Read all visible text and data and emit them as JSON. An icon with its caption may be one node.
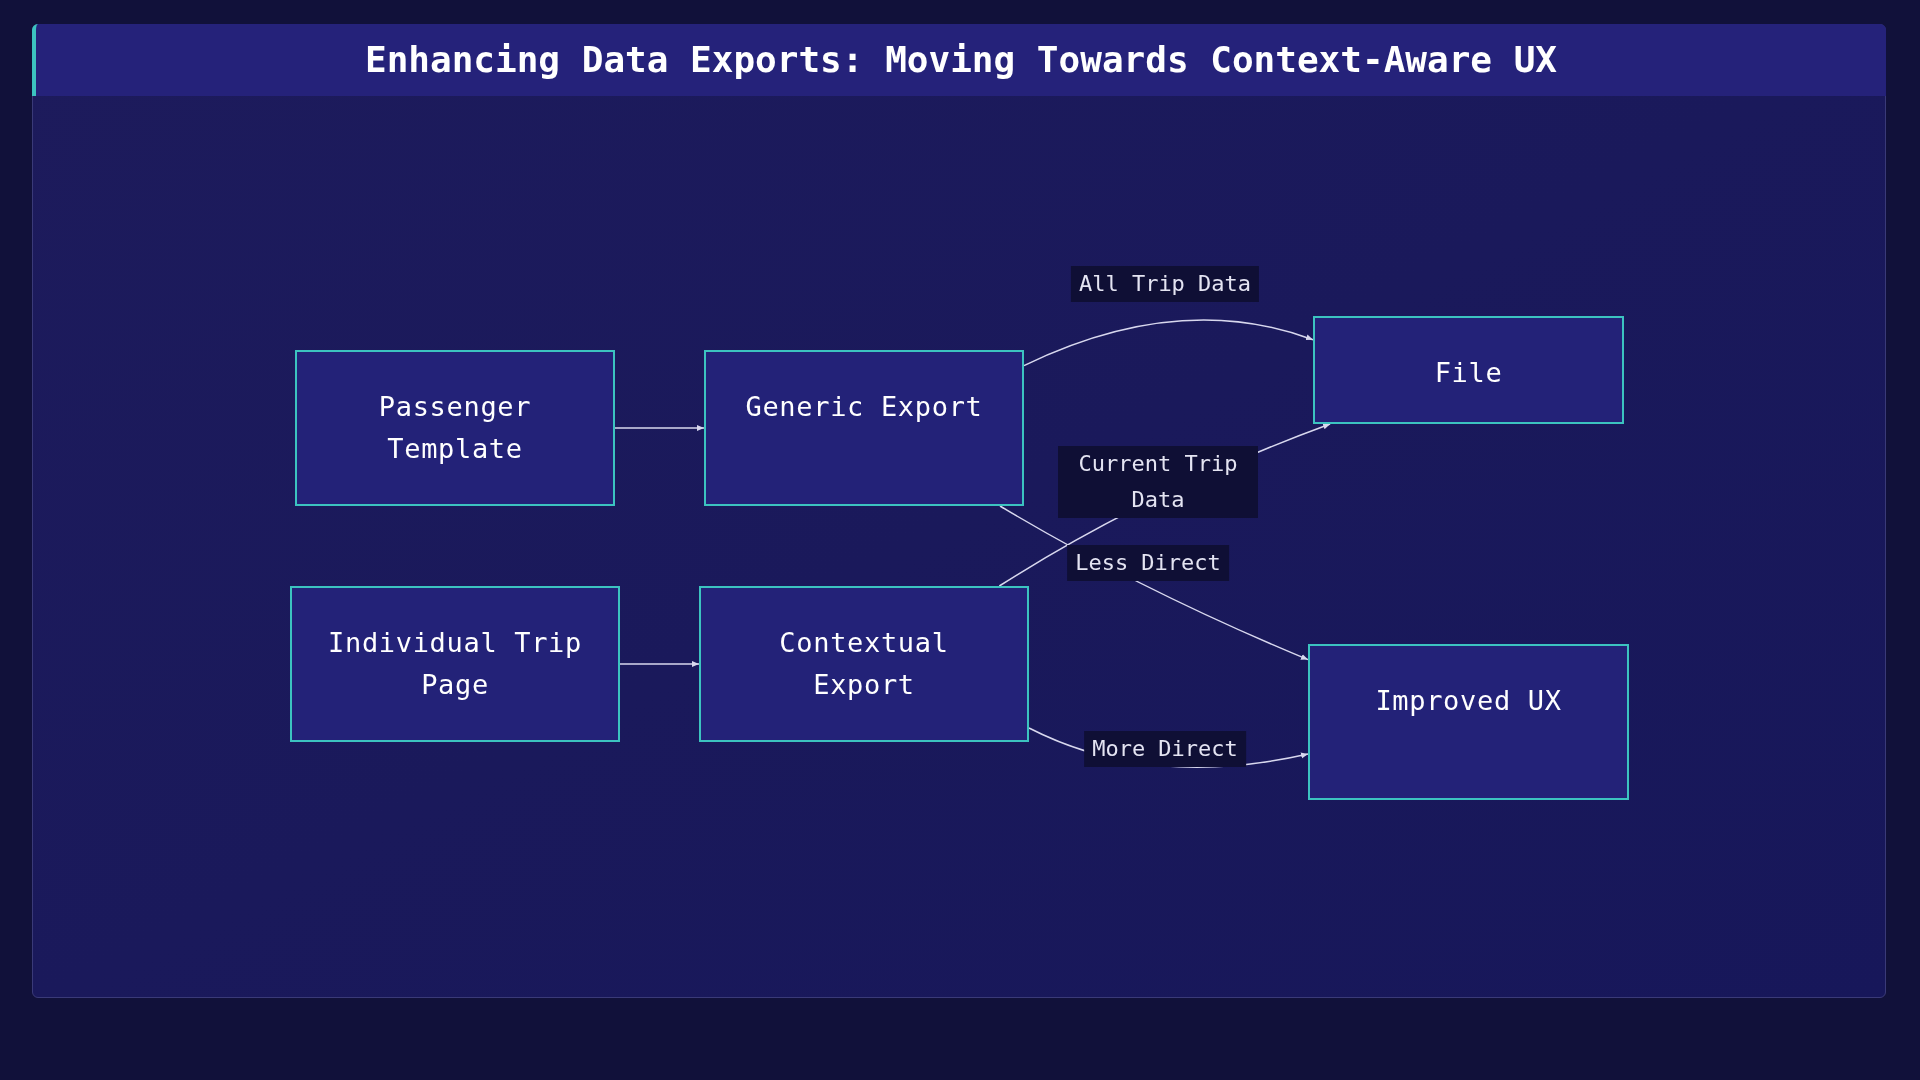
{
  "diagram": {
    "title": "Enhancing Data Exports: Moving Towards Context-Aware UX",
    "nodes": [
      {
        "text": [
          "Passenger Template"
        ]
      },
      {
        "text": [
          "Generic Export"
        ]
      },
      {
        "text": [
          "Individual Trip Page"
        ]
      },
      {
        "text": [
          "Contextual Export"
        ]
      },
      {
        "text": [
          "File"
        ]
      },
      {
        "text": [
          "Improved UX"
        ]
      }
    ],
    "edges": [
      {
        "from": 0,
        "to": 1,
        "arrow": "to"
      },
      {
        "from": 2,
        "to": 3,
        "arrow": "to"
      },
      {
        "from": 1,
        "to": 4,
        "arrow": "to",
        "label": "All Trip Data"
      },
      {
        "from": 3,
        "to": 4,
        "arrow": "to",
        "label": "Current Trip Data"
      },
      {
        "from": 1,
        "to": 5,
        "arrow": "to",
        "label": "Less Direct"
      },
      {
        "from": 3,
        "to": 5,
        "arrow": "to",
        "label": "More Direct"
      }
    ]
  }
}
